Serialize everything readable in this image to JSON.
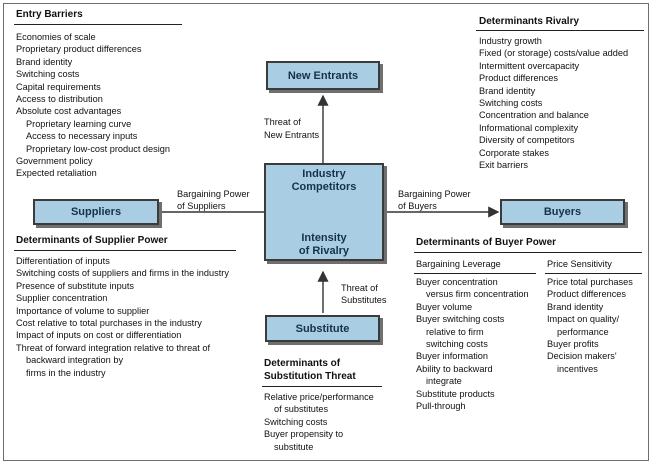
{
  "colors": {
    "box_fill": "#a9cde3",
    "box_text": "#16324a",
    "line": "#333333"
  },
  "entry_barriers": {
    "heading": "Entry Barriers",
    "items": [
      {
        "text": "Economies of scale"
      },
      {
        "text": "Proprietary product differences"
      },
      {
        "text": "Brand identity"
      },
      {
        "text": "Switching costs"
      },
      {
        "text": "Capital requirements"
      },
      {
        "text": "Access to distribution"
      },
      {
        "text": "Absolute cost advantages"
      },
      {
        "text": "Proprietary learning curve",
        "indent": true
      },
      {
        "text": "Access to necessary inputs",
        "indent": true
      },
      {
        "text": "Proprietary low-cost product design",
        "indent": true
      },
      {
        "text": "Government policy"
      },
      {
        "text": "Expected retaliation"
      }
    ]
  },
  "rivalry_determinants": {
    "heading": "Determinants Rivalry",
    "items": [
      "Industry growth",
      "Fixed (or storage) costs/value added",
      "Intermittent overcapacity",
      "Product differences",
      "Brand identity",
      "Switching costs",
      "Concentration and balance",
      "Informational complexity",
      "Diversity of competitors",
      "Corporate stakes",
      "Exit barriers"
    ]
  },
  "boxes": {
    "new_entrants": "New Entrants",
    "suppliers": "Suppliers",
    "buyers": "Buyers",
    "substitute": "Substitute"
  },
  "center": {
    "top_line1": "Industry",
    "top_line2": "Competitors",
    "bottom_line1": "Intensity",
    "bottom_line2": "of Rivalry"
  },
  "arrow_labels": {
    "threat_new_entrants_1": "Threat of",
    "threat_new_entrants_2": "New Entrants",
    "bp_suppliers_1": "Bargaining Power",
    "bp_suppliers_2": "of Suppliers",
    "bp_buyers_1": "Bargaining Power",
    "bp_buyers_2": "of Buyers",
    "threat_substitutes_1": "Threat of",
    "threat_substitutes_2": "Substitutes"
  },
  "supplier_power": {
    "heading": "Determinants of Supplier Power",
    "items": [
      {
        "text": "Differentiation of inputs"
      },
      {
        "text": "Switching costs of suppliers and firms in the industry"
      },
      {
        "text": "Presence of substitute inputs"
      },
      {
        "text": "Supplier concentration"
      },
      {
        "text": "Importance of volume to supplier"
      },
      {
        "text": "Cost relative to total purchases in the industry"
      },
      {
        "text": "Impact of inputs on cost or differentiation"
      },
      {
        "text": "Threat of forward integration relative to threat of"
      },
      {
        "text": "backward integration by",
        "indent": true
      },
      {
        "text": "firms in the industry",
        "indent": true
      }
    ]
  },
  "substitution_threat": {
    "heading_1": "Determinants of",
    "heading_2": "Substitution Threat",
    "items": [
      {
        "text": "Relative price/performance"
      },
      {
        "text": "of substitutes",
        "indent": true
      },
      {
        "text": "Switching costs"
      },
      {
        "text": "Buyer propensity to"
      },
      {
        "text": "substitute",
        "indent": true
      }
    ]
  },
  "buyer_power": {
    "heading": "Determinants of Buyer Power",
    "leverage": {
      "heading": "Bargaining Leverage",
      "items": [
        {
          "text": "Buyer concentration"
        },
        {
          "text": "versus firm concentration",
          "indent": true
        },
        {
          "text": "Buyer volume"
        },
        {
          "text": "Buyer switching costs"
        },
        {
          "text": "relative to firm",
          "indent": true
        },
        {
          "text": "switching costs",
          "indent": true
        },
        {
          "text": "Buyer information"
        },
        {
          "text": "Ability to backward"
        },
        {
          "text": "integrate",
          "indent": true
        },
        {
          "text": "Substitute products"
        },
        {
          "text": "Pull-through"
        }
      ]
    },
    "sensitivity": {
      "heading": "Price Sensitivity",
      "items": [
        {
          "text": "Price total purchases"
        },
        {
          "text": "Product differences"
        },
        {
          "text": "Brand identity"
        },
        {
          "text": "Impact on quality/"
        },
        {
          "text": "performance",
          "indent": true
        },
        {
          "text": "Buyer profits"
        },
        {
          "text": "Decision makers'"
        },
        {
          "text": "incentives",
          "indent": true
        }
      ]
    }
  }
}
